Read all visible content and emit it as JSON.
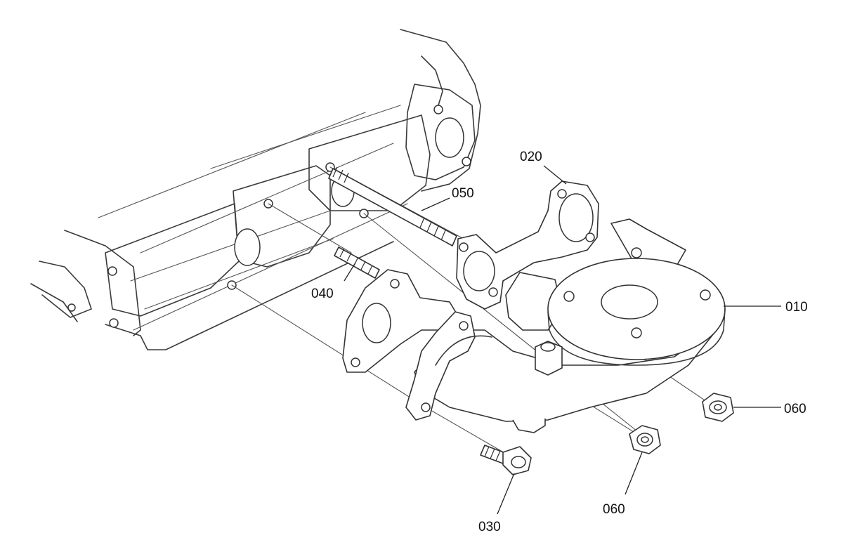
{
  "diagram": {
    "labels": [
      {
        "id": "010",
        "text": "010"
      },
      {
        "id": "020",
        "text": "020"
      },
      {
        "id": "030",
        "text": "030"
      },
      {
        "id": "040",
        "text": "040"
      },
      {
        "id": "050",
        "text": "050"
      },
      {
        "id": "060a",
        "text": "060"
      },
      {
        "id": "060b",
        "text": "060"
      }
    ]
  }
}
